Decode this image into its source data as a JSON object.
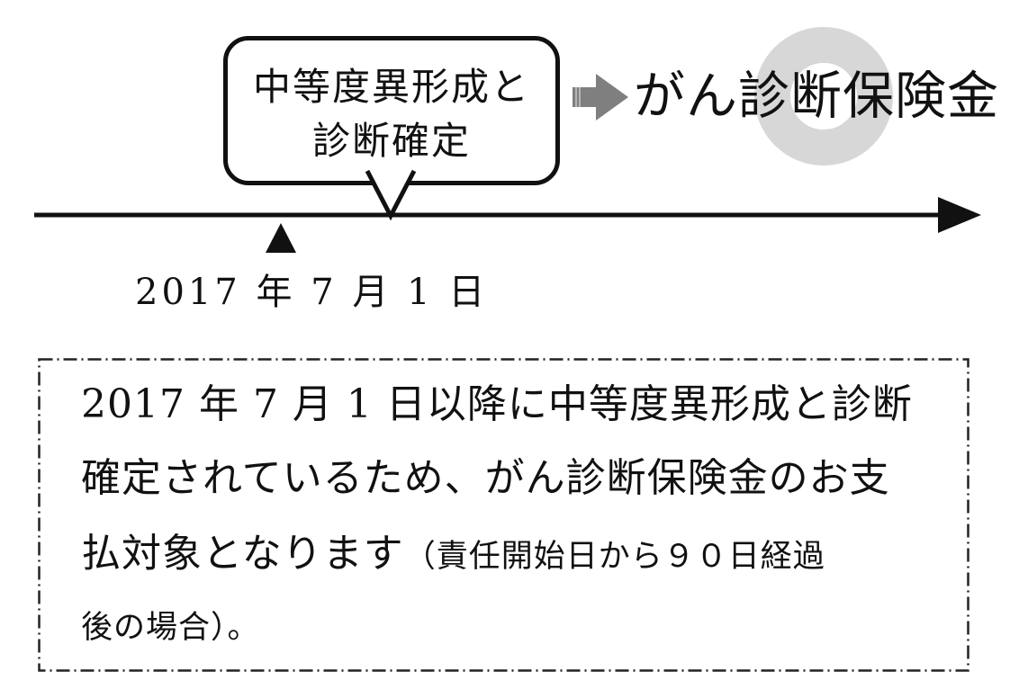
{
  "diagram": {
    "bubble": {
      "line1": "中等度異形成と",
      "line2": "診断確定"
    },
    "benefit_label": "がん診断保険金",
    "date_label": "2017 年 7 月 1 日"
  },
  "note": {
    "line1": "2017 年 7 月 1 日以降に中等度異形成と診断",
    "line2": "確定されているため、がん診断保険金のお支",
    "line3_main": "払対象となります",
    "line3_small": "（責任開始日から９０日経過",
    "line4_small": "後の場合）。"
  },
  "icons": {
    "block_arrow": "right-block-arrow",
    "circle_mark": "maru-coverage-circle",
    "timeline_marker": "up-triangle-marker",
    "timeline_arrowhead": "right-arrowhead"
  },
  "colors": {
    "ink": "#111111",
    "ring_gray": "#d7d7d7",
    "block_arrow_gray": "#7f7f7f",
    "background": "#ffffff"
  }
}
